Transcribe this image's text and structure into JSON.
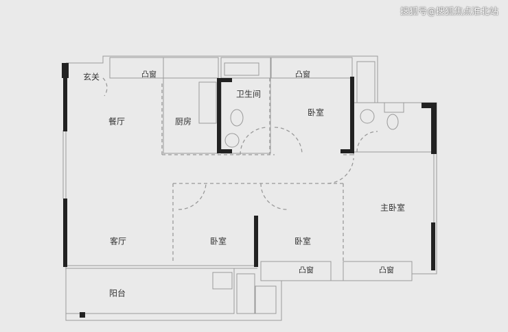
{
  "watermark": "搜狐号@搜狐焦点淮北站",
  "rooms": {
    "foyer": "玄关",
    "dining": "餐厅",
    "kitchen": "厨房",
    "bathroom": "卫生间",
    "bedroom_north": "卧室",
    "master_bedroom": "主卧室",
    "living": "客厅",
    "bedroom_middle": "卧室",
    "bedroom_south": "卧室",
    "balcony": "阳台"
  },
  "windows": {
    "north_left": "凸窗",
    "north_right": "凸窗",
    "south_left": "凸窗",
    "south_right": "凸窗"
  },
  "colors": {
    "background": "#eaeaea",
    "wall": "#222222",
    "line": "#999999",
    "dashed": "#999999"
  }
}
